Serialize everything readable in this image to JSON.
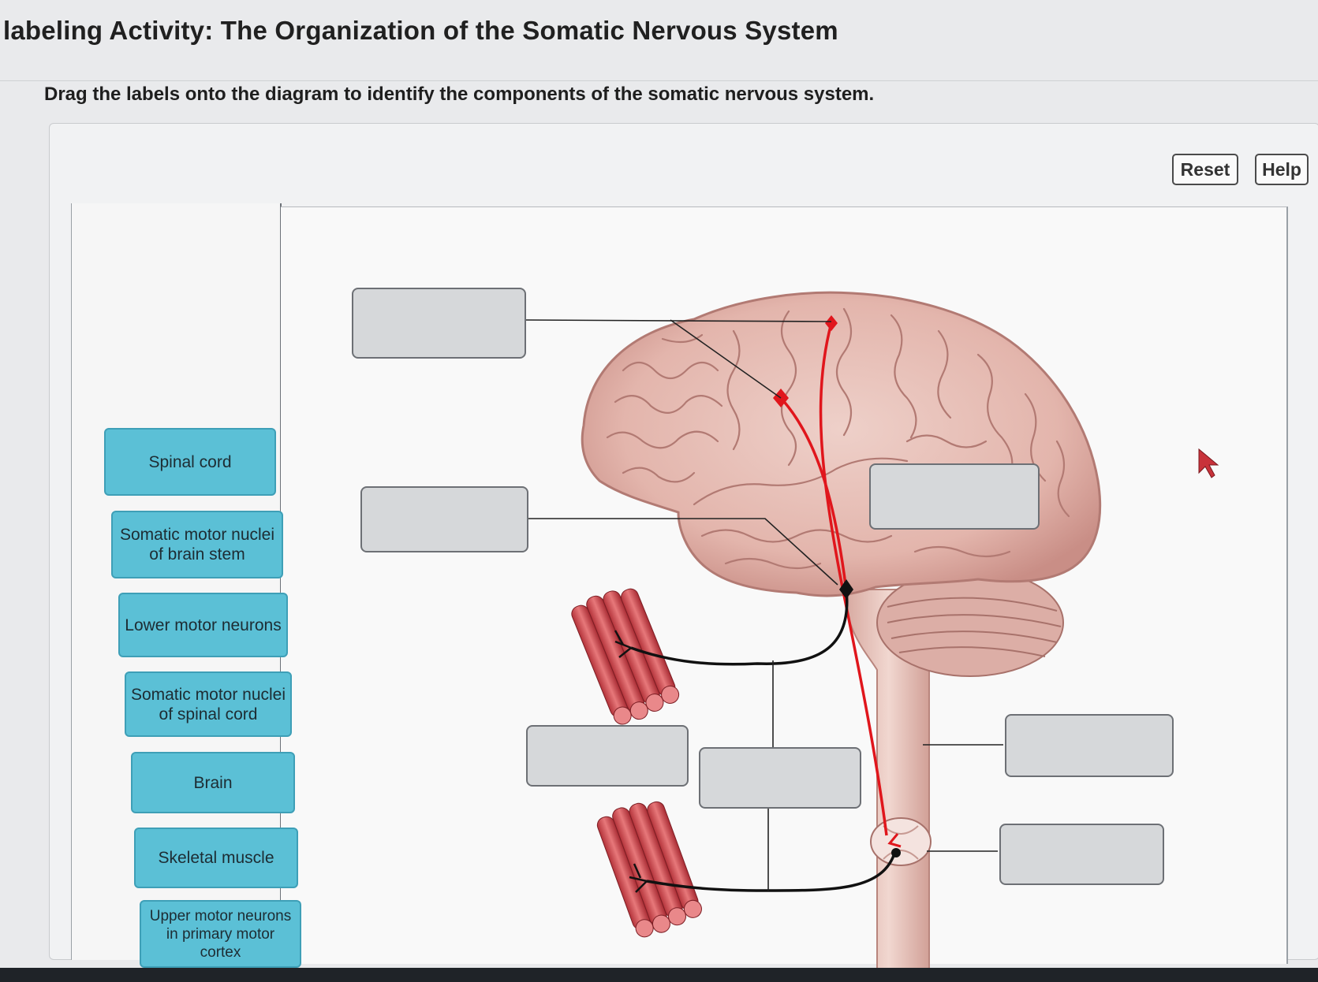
{
  "title": "labeling Activity: The Organization of the Somatic Nervous System",
  "instructions": "Drag the labels onto the diagram to identify the components of the somatic nervous system.",
  "buttons": {
    "reset": "Reset",
    "help": "Help"
  },
  "labels": [
    "Spinal cord",
    "Somatic motor nuclei of brain stem",
    "Lower motor neurons",
    "Somatic motor nuclei of spinal cord",
    "Brain",
    "Skeletal muscle",
    "Upper motor neurons in primary motor cortex"
  ],
  "colors": {
    "label_fill": "#5bc0d6",
    "drop_box_fill": "#d6d8da",
    "upper_motor_pathway": "#e0161c",
    "lower_motor_pathway": "#111111",
    "brain_tissue": "#e6bcb4"
  },
  "icons": [
    "mouse-pointer-icon"
  ]
}
